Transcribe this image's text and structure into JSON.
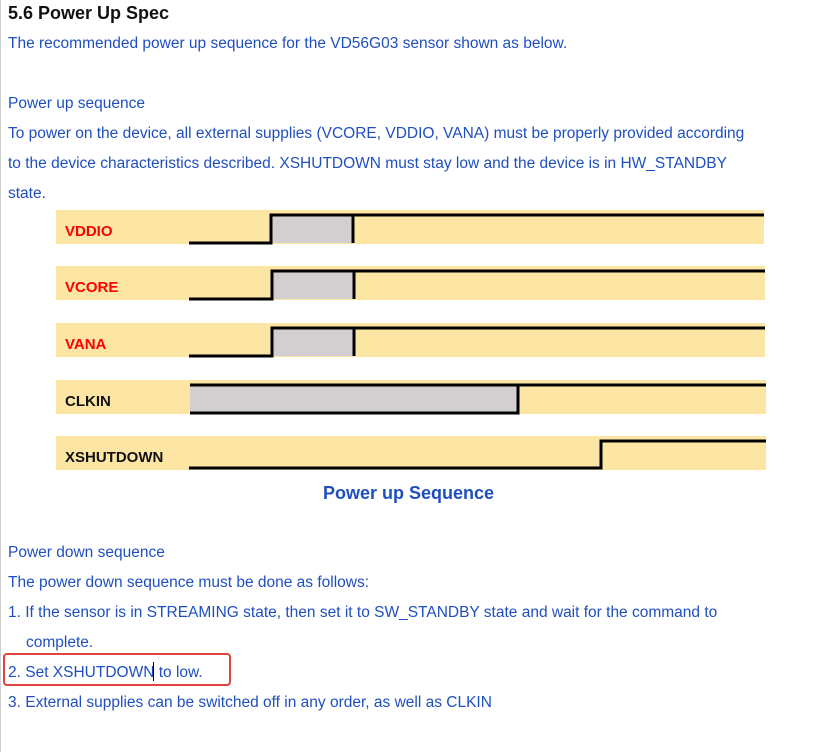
{
  "heading": "5.6 Power Up Spec",
  "intro": "The recommended power up sequence for the VD56G03 sensor shown as below.",
  "power_up": {
    "title": "Power up sequence",
    "lines": [
      "To power on the device, all external supplies (VCORE, VDDIO, VANA) must be properly provided according",
      "to the device characteristics described. XSHUTDOWN must stay low and the device is in HW_STANDBY",
      "state."
    ]
  },
  "diagram": {
    "signals": [
      {
        "label": "VDDIO",
        "label_color": "#ff0000"
      },
      {
        "label": "VCORE",
        "label_color": "#ff0000"
      },
      {
        "label": "VANA",
        "label_color": "#ff0000"
      },
      {
        "label": "CLKIN",
        "label_color": "#111111"
      },
      {
        "label": "XSHUTDOWN",
        "label_color": "#111111"
      }
    ],
    "caption": "Power up Sequence",
    "colors": {
      "band": "#fde6a4",
      "pulse_fill": "#d3cfd0",
      "line": "#000000"
    }
  },
  "power_down": {
    "title": "Power down sequence",
    "intro": "The power down sequence must be done as follows:",
    "steps": [
      "1. If the sensor is in STREAMING state, then set it to SW_STANDBY state and wait for the command to",
      "complete.",
      "2. Set XSHUTDOWN to low.",
      "3. External supplies can be switched off in any order, as well as CLKIN"
    ]
  },
  "colors": {
    "text_blue": "#1f4fbf",
    "highlight": "#e0443e"
  }
}
